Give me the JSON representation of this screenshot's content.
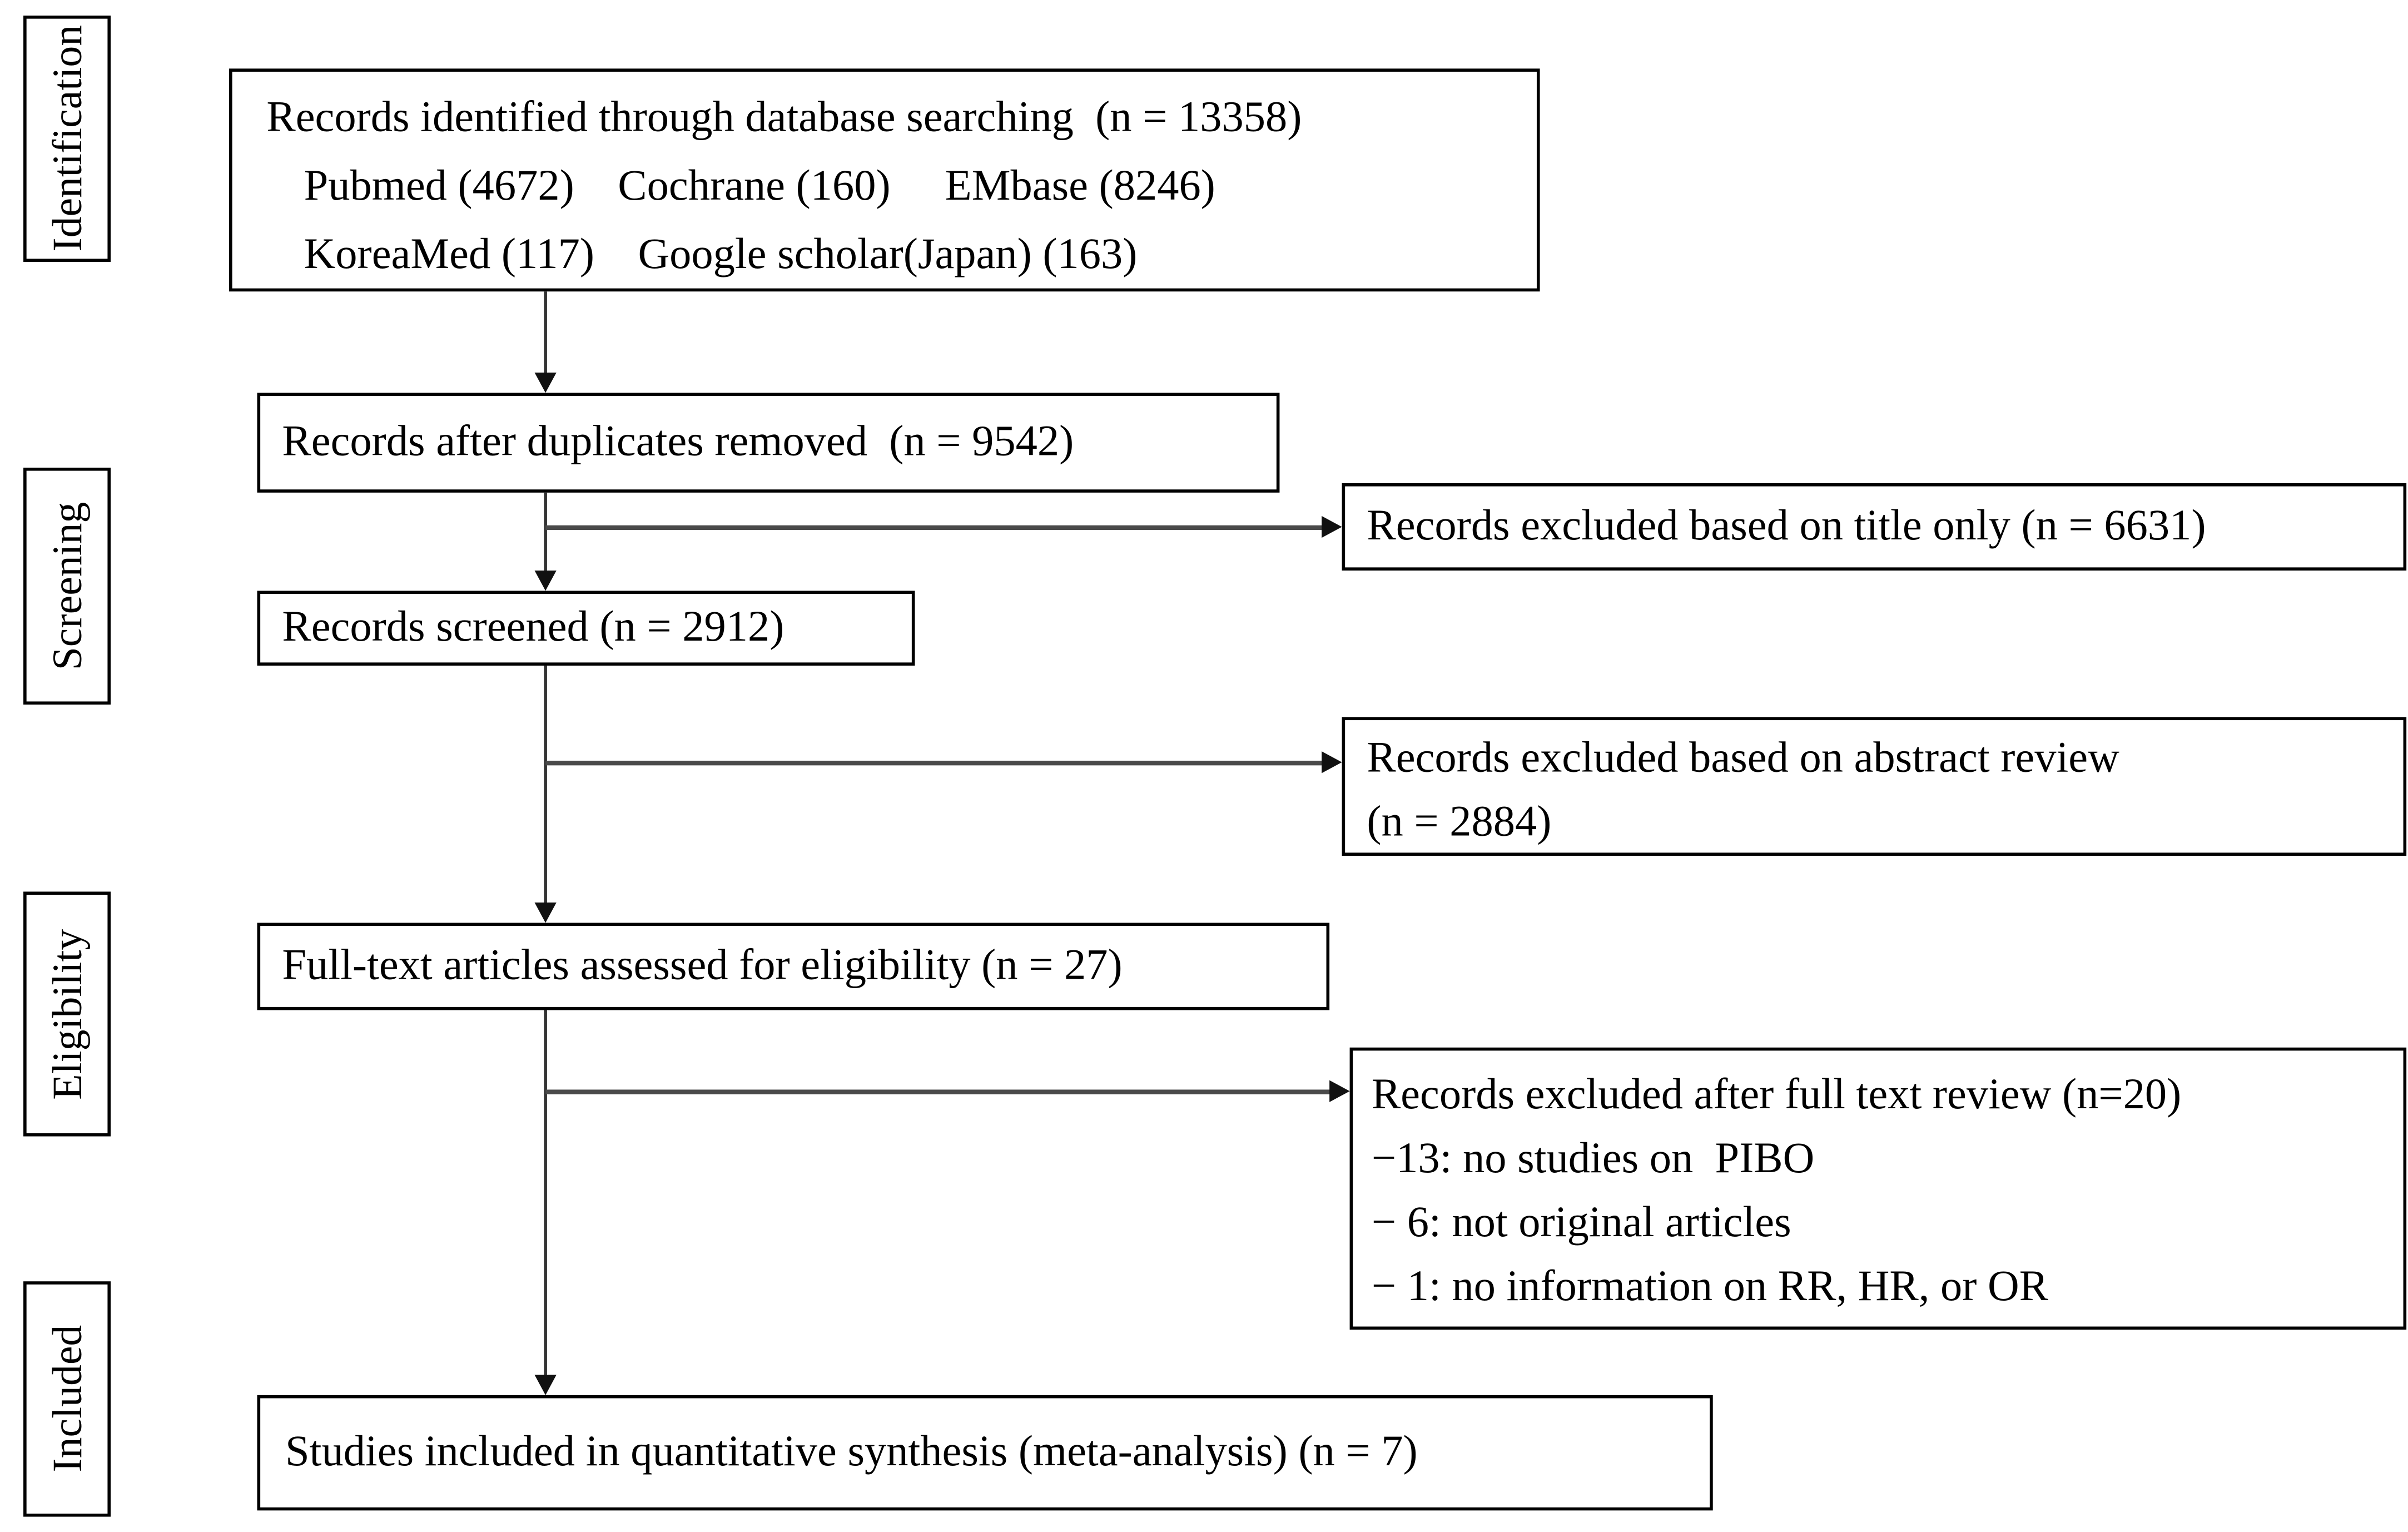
{
  "stages": [
    {
      "label": "Identification"
    },
    {
      "label": "Screening"
    },
    {
      "label": "Eligibility"
    },
    {
      "label": "Included"
    }
  ],
  "boxes": {
    "identified": {
      "line1": "Records identified through database searching  (n = 13358)",
      "line2": "Pubmed (4672)    Cochrane (160)     EMbase (8246)",
      "line3": "KoreaMed (117)    Google scholar(Japan) (163)"
    },
    "duplicates_removed": {
      "text": "Records after duplicates removed  (n = 9542)"
    },
    "excluded_title_only": {
      "text": "Records excluded based on title only (n = 6631)"
    },
    "screened": {
      "text": "Records screened (n = 2912)"
    },
    "excluded_abstract": {
      "line1": "Records excluded based on abstract review",
      "line2": "(n = 2884)"
    },
    "fulltext_assessed": {
      "text": "Full-text articles assessed for eligibility (n = 27)"
    },
    "excluded_fulltext": {
      "line1": "Records excluded after full text review (n=20)",
      "line2": "−13: no studies on  PIBO",
      "line3": "− 6: not original articles",
      "line4": "− 1: no information on RR, HR, or OR"
    },
    "included_synthesis": {
      "text": "Studies included in quantitative synthesis (meta-analysis) (n = 7)"
    }
  },
  "colors": {
    "background": "#ffffff",
    "box_border": "#000000",
    "text": "#000000",
    "connector": "#3a3a3a"
  }
}
